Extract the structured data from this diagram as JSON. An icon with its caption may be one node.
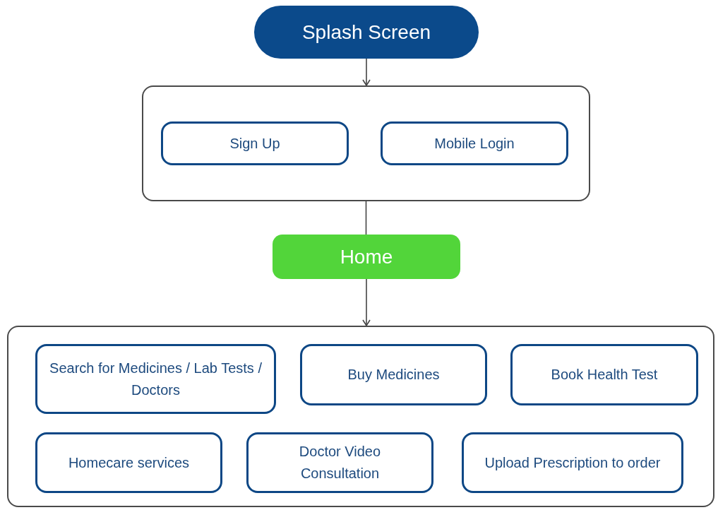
{
  "diagram": {
    "nodes": [
      {
        "text": [
          "Splash Screen"
        ]
      },
      {
        "text": [],
        "shape": "box"
      },
      {
        "text": [
          "Sign Up"
        ],
        "in": 1
      },
      {
        "text": [
          "Mobile Login"
        ],
        "in": 1
      },
      {
        "text": [
          "Home"
        ]
      },
      {
        "text": [],
        "shape": "box"
      },
      {
        "text": [
          "Search for Medicines / Lab Tests / Doctors"
        ],
        "in": 5
      },
      {
        "text": [
          "Buy Medicines"
        ],
        "in": 5
      },
      {
        "text": [
          "Book Health Test"
        ],
        "in": 5
      },
      {
        "text": [
          "Homecare services"
        ],
        "in": 5
      },
      {
        "text": [
          "Doctor Video Consultation"
        ],
        "in": 5
      },
      {
        "text": [
          "Upload Prescription to order"
        ],
        "in": 5
      }
    ],
    "edges": [
      {
        "from": 0,
        "to": 1,
        "arrow": "to"
      },
      {
        "from": 1,
        "to": 4,
        "arrow": "none"
      },
      {
        "from": 4,
        "to": 5,
        "arrow": "to"
      }
    ]
  }
}
